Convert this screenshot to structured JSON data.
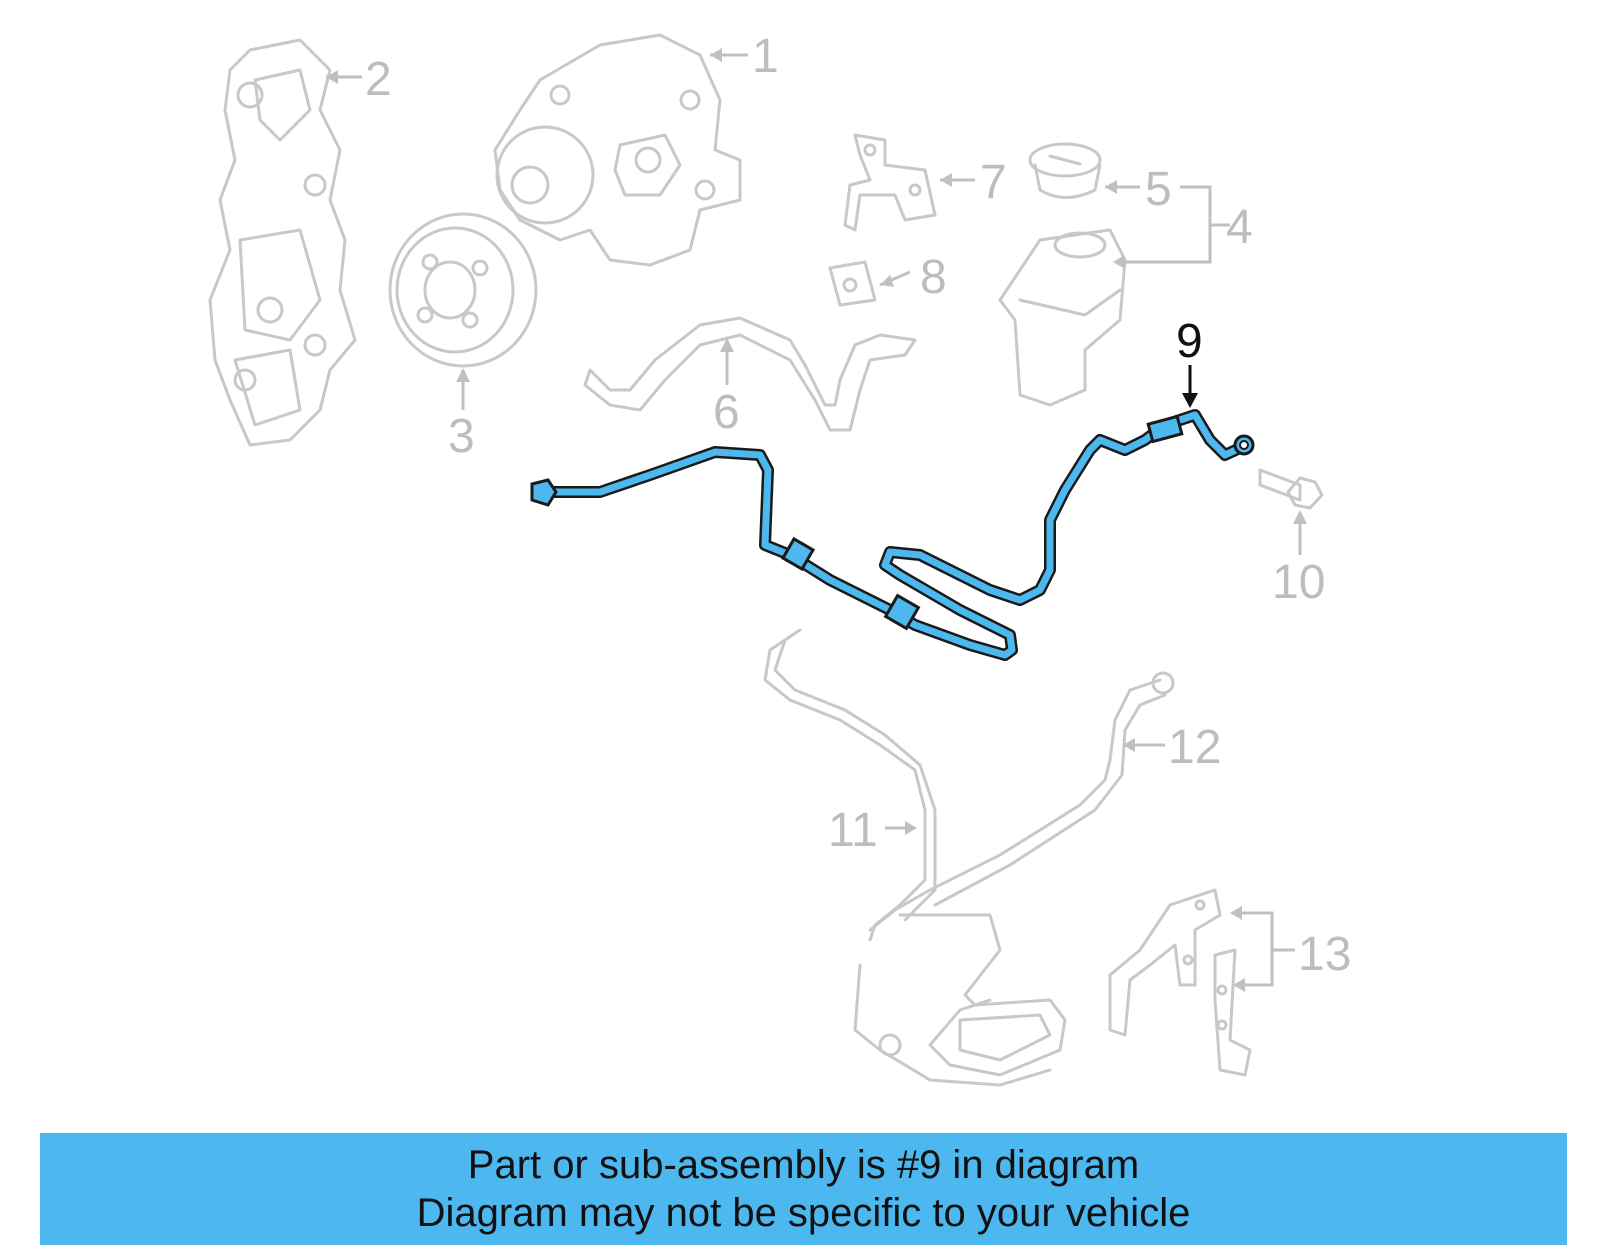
{
  "diagram": {
    "callouts": [
      {
        "id": "1",
        "label": "1",
        "highlighted": false
      },
      {
        "id": "2",
        "label": "2",
        "highlighted": false
      },
      {
        "id": "3",
        "label": "3",
        "highlighted": false
      },
      {
        "id": "4",
        "label": "4",
        "highlighted": false
      },
      {
        "id": "5",
        "label": "5",
        "highlighted": false
      },
      {
        "id": "6",
        "label": "6",
        "highlighted": false
      },
      {
        "id": "7",
        "label": "7",
        "highlighted": false
      },
      {
        "id": "8",
        "label": "8",
        "highlighted": false
      },
      {
        "id": "9",
        "label": "9",
        "highlighted": true
      },
      {
        "id": "10",
        "label": "10",
        "highlighted": false
      },
      {
        "id": "11",
        "label": "11",
        "highlighted": false
      },
      {
        "id": "12",
        "label": "12",
        "highlighted": false
      },
      {
        "id": "13",
        "label": "13",
        "highlighted": false
      }
    ],
    "highlight_color": "#4db8ee",
    "ghost_color": "#c8c8c8"
  },
  "banner": {
    "line1": "Part or sub-assembly is #9 in diagram",
    "line2": "Diagram may not be specific to your vehicle",
    "color": "#4db8f0"
  }
}
